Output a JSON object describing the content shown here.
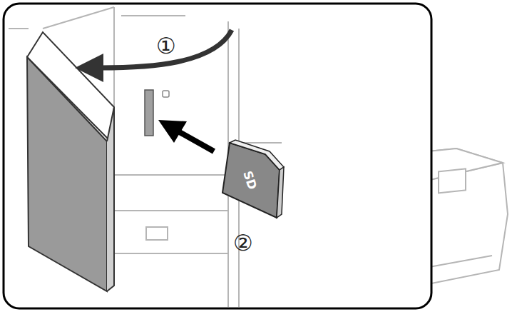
{
  "diagram": {
    "labels": [
      "①",
      "②",
      "SD"
    ]
  }
}
